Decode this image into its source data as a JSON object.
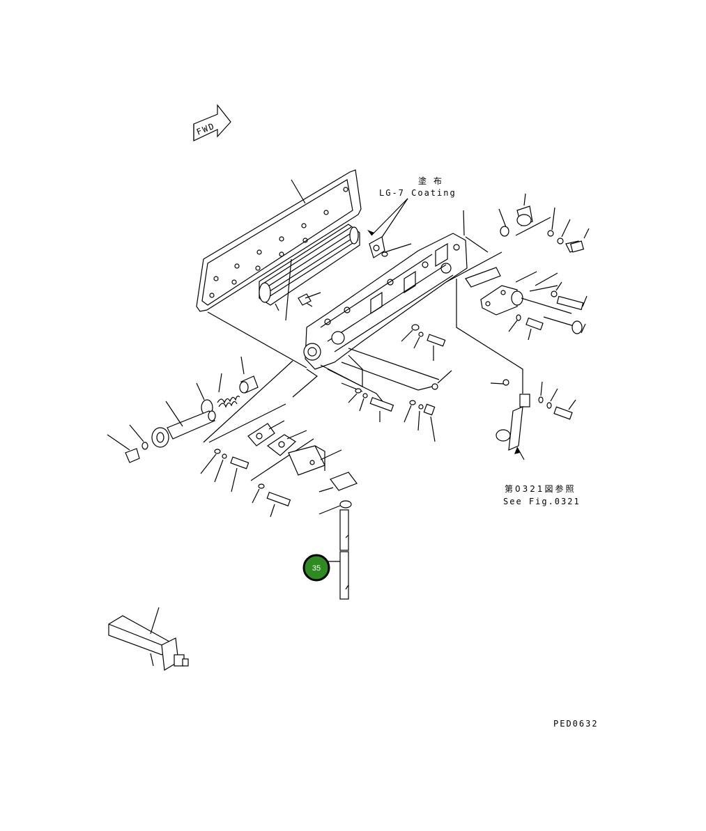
{
  "diagram": {
    "fwd_label": "FWD",
    "coating_jp": "塗 布",
    "coating_en": "LG-7 Coating",
    "see_fig_jp": "第0321図参照",
    "see_fig_en": "See Fig.0321",
    "figure_code": "PED0632",
    "callout": {
      "label": "35",
      "color": "#2e8b1f",
      "border": "#000000"
    }
  }
}
